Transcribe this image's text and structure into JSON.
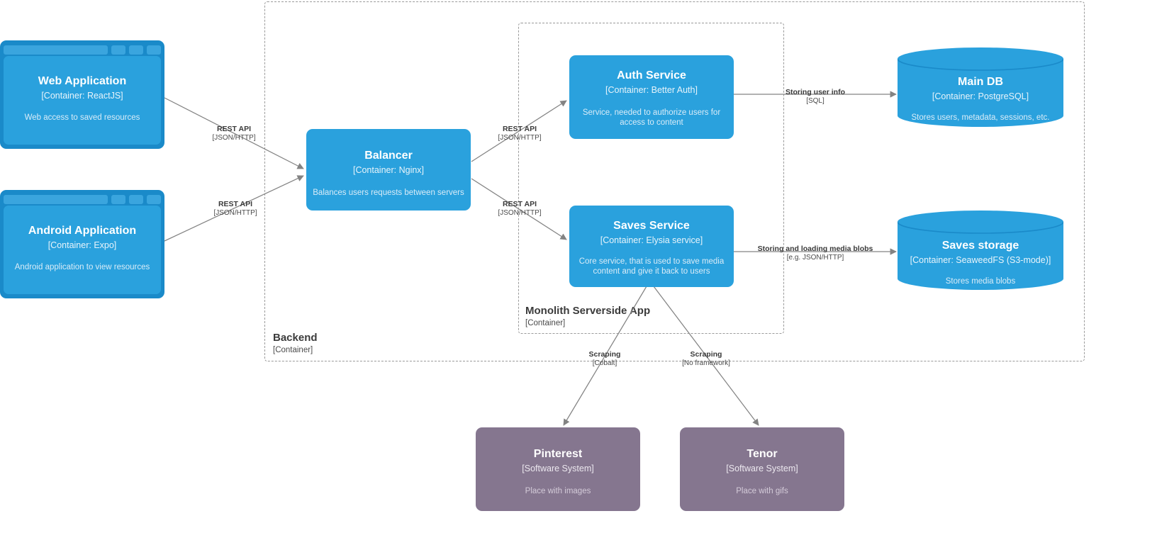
{
  "diagram": {
    "type": "C4 Container diagram",
    "background": "#ffffff",
    "colors": {
      "container": "#2aa1dd",
      "container_chrome": "#1a8ac9",
      "external_system": "#85768f",
      "edge": "#838383",
      "boundary": "#9a9a9a"
    }
  },
  "boundaries": [
    {
      "name": "Backend",
      "type": "[Container]"
    },
    {
      "name": "Monolith Serverside App",
      "type": "[Container]"
    }
  ],
  "nodes": [
    {
      "id": "web-application",
      "title": "Web Application",
      "tech": "[Container: ReactJS]",
      "desc": "Web access to saved resources",
      "shape": "browser-window",
      "kind": "container"
    },
    {
      "id": "android-application",
      "title": "Android Application",
      "tech": "[Container: Expo]",
      "desc": "Android application to view resources",
      "shape": "browser-window",
      "kind": "container"
    },
    {
      "id": "balancer",
      "title": "Balancer",
      "tech": "[Container: Nginx]",
      "desc": "Balances users requests between servers",
      "shape": "rounded-rectangle",
      "kind": "container"
    },
    {
      "id": "auth-service",
      "title": "Auth Service",
      "tech": "[Container: Better Auth]",
      "desc": "Service, needed to authorize users for access to content",
      "shape": "rounded-rectangle",
      "kind": "container"
    },
    {
      "id": "saves-service",
      "title": "Saves Service",
      "tech": "[Container: Elysia service]",
      "desc": "Core service, that is used to save media content and give it back to users",
      "shape": "rounded-rectangle",
      "kind": "container"
    },
    {
      "id": "main-db",
      "title": "Main DB",
      "tech": "[Container: PostgreSQL]",
      "desc": "Stores users, metadata, sessions, etc.",
      "shape": "cylinder",
      "kind": "database"
    },
    {
      "id": "saves-storage",
      "title": "Saves storage",
      "tech": "[Container: SeaweedFS (S3-mode)]",
      "desc": "Stores media blobs",
      "shape": "cylinder",
      "kind": "database"
    },
    {
      "id": "pinterest",
      "title": "Pinterest",
      "tech": "[Software System]",
      "desc": "Place with images",
      "shape": "rounded-rectangle",
      "kind": "external-system"
    },
    {
      "id": "tenor",
      "title": "Tenor",
      "tech": "[Software System]",
      "desc": "Place with gifs",
      "shape": "rounded-rectangle",
      "kind": "external-system"
    }
  ],
  "edges": [
    {
      "id": "web-to-balancer",
      "from": "web-application",
      "to": "balancer",
      "label": "REST API",
      "tech": "[JSON/HTTP]"
    },
    {
      "id": "android-to-balancer",
      "from": "android-application",
      "to": "balancer",
      "label": "REST API",
      "tech": "[JSON/HTTP]"
    },
    {
      "id": "balancer-to-auth",
      "from": "balancer",
      "to": "auth-service",
      "label": "REST API",
      "tech": "[JSON/HTTP]"
    },
    {
      "id": "balancer-to-saves",
      "from": "balancer",
      "to": "saves-service",
      "label": "REST API",
      "tech": "[JSON/HTTP]"
    },
    {
      "id": "auth-to-main-db",
      "from": "auth-service",
      "to": "main-db",
      "label": "Storing user info",
      "tech": "[SQL]"
    },
    {
      "id": "saves-to-storage",
      "from": "saves-service",
      "to": "saves-storage",
      "label": "Storing and loading media blobs",
      "tech": "[e.g. JSON/HTTP]"
    },
    {
      "id": "saves-to-pinterest",
      "from": "saves-service",
      "to": "pinterest",
      "label": "Scraping",
      "tech": "[Cobalt]"
    },
    {
      "id": "saves-to-tenor",
      "from": "saves-service",
      "to": "tenor",
      "label": "Scraping",
      "tech": "[No framework]"
    }
  ]
}
